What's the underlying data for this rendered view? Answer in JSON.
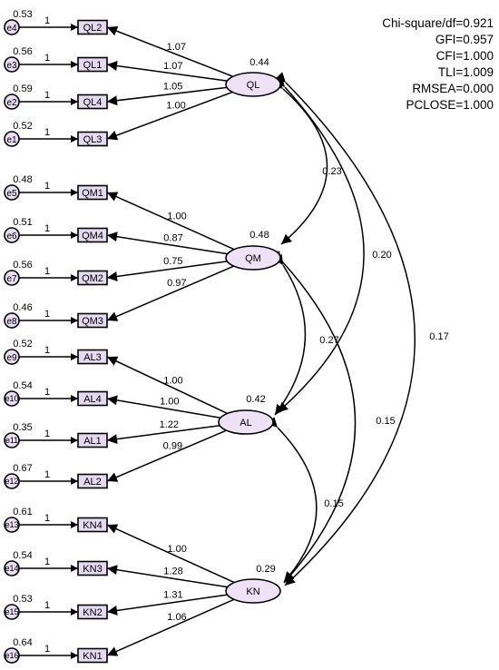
{
  "fit_indices": [
    "Chi-square/df=0.921",
    "GFI=0.957",
    "CFI=1.000",
    "TLI=1.009",
    "RMSEA=0.000",
    "PCLOSE=1.000"
  ],
  "latents": [
    {
      "id": "QL",
      "label": "QL",
      "variance": "0.44"
    },
    {
      "id": "QM",
      "label": "QM",
      "variance": "0.48"
    },
    {
      "id": "AL",
      "label": "AL",
      "variance": "0.42"
    },
    {
      "id": "KN",
      "label": "KN",
      "variance": "0.29"
    }
  ],
  "indicators": [
    {
      "label": "QL2",
      "error": "e4",
      "error_variance": "0.53",
      "error_path": "1",
      "loading": "1.07",
      "latent": "QL"
    },
    {
      "label": "QL1",
      "error": "e3",
      "error_variance": "0.56",
      "error_path": "1",
      "loading": "1.07",
      "latent": "QL"
    },
    {
      "label": "QL4",
      "error": "e2",
      "error_variance": "0.59",
      "error_path": "1",
      "loading": "1.05",
      "latent": "QL"
    },
    {
      "label": "QL3",
      "error": "e1",
      "error_variance": "0.52",
      "error_path": "1",
      "loading": "1.00",
      "latent": "QL"
    },
    {
      "label": "QM1",
      "error": "e5",
      "error_variance": "0.48",
      "error_path": "1",
      "loading": "1.00",
      "latent": "QM"
    },
    {
      "label": "QM4",
      "error": "e6",
      "error_variance": "0.51",
      "error_path": "1",
      "loading": "0.87",
      "latent": "QM"
    },
    {
      "label": "QM2",
      "error": "e7",
      "error_variance": "0.56",
      "error_path": "1",
      "loading": "0.75",
      "latent": "QM"
    },
    {
      "label": "QM3",
      "error": "e8",
      "error_variance": "0.46",
      "error_path": "1",
      "loading": "0.97",
      "latent": "QM"
    },
    {
      "label": "AL3",
      "error": "e9",
      "error_variance": "0.52",
      "error_path": "1",
      "loading": "1.00",
      "latent": "AL"
    },
    {
      "label": "AL4",
      "error": "e10",
      "error_variance": "0.54",
      "error_path": "1",
      "loading": "1.00",
      "latent": "AL"
    },
    {
      "label": "AL1",
      "error": "e11",
      "error_variance": "0.35",
      "error_path": "1",
      "loading": "1.22",
      "latent": "AL"
    },
    {
      "label": "AL2",
      "error": "e12",
      "error_variance": "0.67",
      "error_path": "1",
      "loading": "0.99",
      "latent": "AL"
    },
    {
      "label": "KN4",
      "error": "e13",
      "error_variance": "0.61",
      "error_path": "1",
      "loading": "1.00",
      "latent": "KN"
    },
    {
      "label": "KN3",
      "error": "e14",
      "error_variance": "0.54",
      "error_path": "1",
      "loading": "1.28",
      "latent": "KN"
    },
    {
      "label": "KN2",
      "error": "e15",
      "error_variance": "0.53",
      "error_path": "1",
      "loading": "1.31",
      "latent": "KN"
    },
    {
      "label": "KN1",
      "error": "e16",
      "error_variance": "0.64",
      "error_path": "1",
      "loading": "1.06",
      "latent": "KN"
    }
  ],
  "covariances": [
    {
      "from": "QL",
      "to": "QM",
      "value": "0.23"
    },
    {
      "from": "QL",
      "to": "AL",
      "value": "0.20"
    },
    {
      "from": "QL",
      "to": "KN",
      "value": "0.17"
    },
    {
      "from": "QM",
      "to": "AL",
      "value": "0.27"
    },
    {
      "from": "QM",
      "to": "KN",
      "value": "0.15"
    },
    {
      "from": "AL",
      "to": "KN",
      "value": "0.15"
    }
  ]
}
